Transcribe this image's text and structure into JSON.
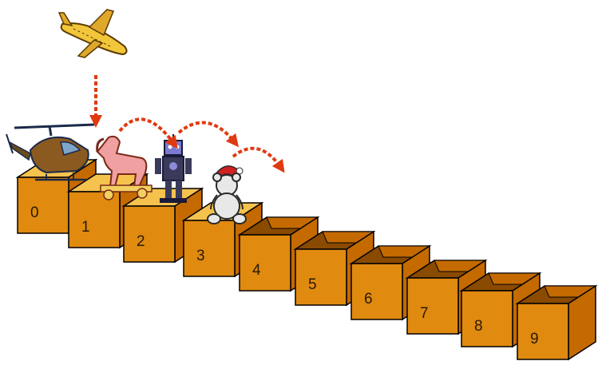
{
  "diagram": {
    "boxes": [
      {
        "label": "0",
        "contents": "helicopter-icon"
      },
      {
        "label": "1",
        "contents": "rocking-horse-icon"
      },
      {
        "label": "2",
        "contents": "robot-icon"
      },
      {
        "label": "3",
        "contents": "teddy-bear-icon"
      },
      {
        "label": "4",
        "contents": ""
      },
      {
        "label": "5",
        "contents": ""
      },
      {
        "label": "6",
        "contents": ""
      },
      {
        "label": "7",
        "contents": ""
      },
      {
        "label": "8",
        "contents": ""
      },
      {
        "label": "9",
        "contents": ""
      }
    ],
    "incoming_item": "airplane-icon",
    "arrows": [
      {
        "kind": "insert",
        "from": "airplane-icon",
        "to_box": "1"
      },
      {
        "kind": "shift",
        "from_box": "1",
        "to_box": "2"
      },
      {
        "kind": "shift",
        "from_box": "2",
        "to_box": "3"
      },
      {
        "kind": "shift",
        "from_box": "3",
        "to_box": "4"
      }
    ]
  },
  "colors": {
    "box_front": "#e08a10",
    "box_side": "#c46a00",
    "box_top": "#f5c24e",
    "box_interior": "#8a4a00",
    "box_outline": "#000000",
    "arrow": "#e03a10"
  }
}
